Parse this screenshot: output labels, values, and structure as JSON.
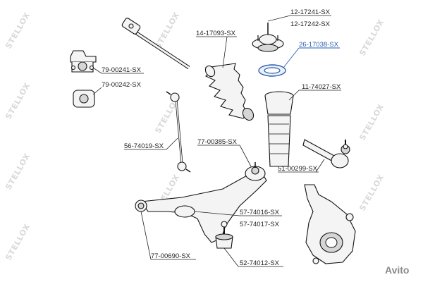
{
  "watermark": {
    "text": "STELLOX"
  },
  "brand_text": "Avito",
  "highlight_color": "#2a5db0",
  "labels": {
    "strut_mount": [
      "12-17241-SX",
      "12-17242-SX"
    ],
    "bearing": "26-17038-SX",
    "boot": "14-17093-SX",
    "bushing": [
      "79-00241-SX",
      "79-00242-SX"
    ],
    "bump_stop": "11-74027-SX",
    "stabilizer_link": "56-74019-SX",
    "bushing_arm": "77-00385-SX",
    "tie_rod_end": "51-00299-SX",
    "control_arm": [
      "57-74016-SX",
      "57-74017-SX"
    ],
    "bushing_rear": "77-00690-SX",
    "ball_joint": "52-74012-SX"
  }
}
